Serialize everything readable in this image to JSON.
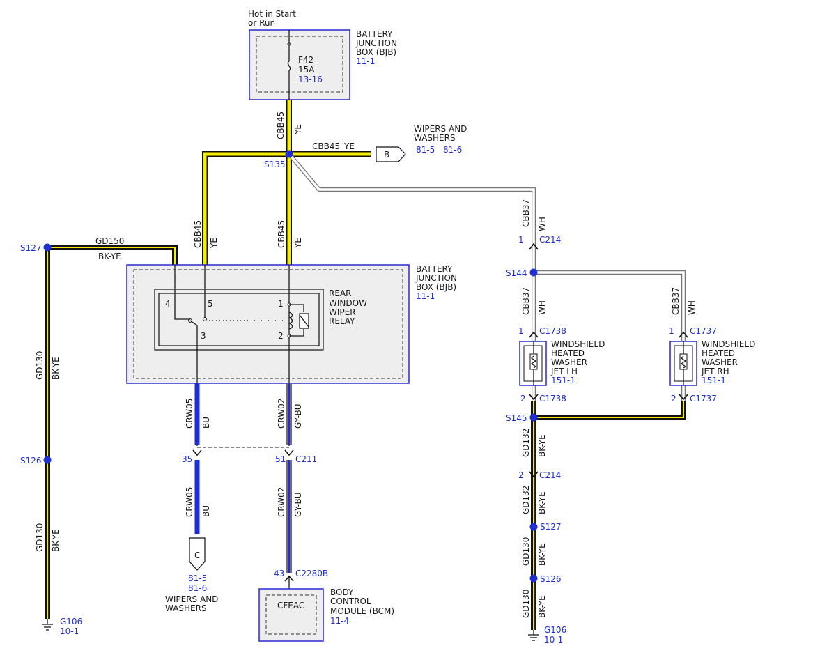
{
  "colors": {
    "yellow": "#f5ee00",
    "black": "#111111",
    "white_wire": "#ffffff",
    "blue_wire": "#1f2fd8",
    "gray_wire": "#8a8a98",
    "splice": "#1f2fd0",
    "ref_text": "#1f2fd0",
    "box_border": "#2a2ad0"
  },
  "top": {
    "hot_line1": "Hot in Start",
    "hot_line2": "or Run",
    "bjb_line1": "BATTERY",
    "bjb_line2": "JUNCTION",
    "bjb_line3": "BOX (BJB)",
    "bjb_ref": "11-1",
    "fuse_name": "F42",
    "fuse_rating": "15A",
    "fuse_ref": "13-16"
  },
  "wires": {
    "cbb45": "CBB45",
    "ye": "YE",
    "cbb37": "CBB37",
    "wh": "WH",
    "gd150": "GD150",
    "gd130": "GD130",
    "gd132": "GD132",
    "bk_ye": "BK-YE",
    "crw05": "CRW05",
    "crw02": "CRW02",
    "bu": "BU",
    "gy_bu": "GY-BU"
  },
  "splices": {
    "s135": "S135",
    "s127": "S127",
    "s126": "S126",
    "s144": "S144",
    "s145": "S145"
  },
  "wipers_top": {
    "line1": "WIPERS AND",
    "line2": "WASHERS",
    "ref1": "81-5",
    "ref2": "81-6",
    "connector": "B"
  },
  "relay_box": {
    "line1": "BATTERY",
    "line2": "JUNCTION",
    "line3": "BOX (BJB)",
    "ref": "11-1",
    "relay_line1": "REAR",
    "relay_line2": "WINDOW",
    "relay_line3": "WIPER",
    "relay_line4": "RELAY",
    "pin1": "1",
    "pin2": "2",
    "pin3": "3",
    "pin4": "4",
    "pin5": "5"
  },
  "connectors": {
    "c214": "C214",
    "c1738": "C1738",
    "c1737": "C1737",
    "c211": "C211",
    "c2280b": "C2280B",
    "pin1": "1",
    "pin2": "2",
    "pin35": "35",
    "pin51": "51",
    "pin43": "43"
  },
  "jet_lh": {
    "line1": "WINDSHIELD",
    "line2": "HEATED",
    "line3": "WASHER",
    "line4": "JET LH",
    "ref": "151-1"
  },
  "jet_rh": {
    "line1": "WINDSHIELD",
    "line2": "HEATED",
    "line3": "WASHER",
    "line4": "JET RH",
    "ref": "151-1"
  },
  "wipers_bottom": {
    "connector": "C",
    "ref1": "81-5",
    "ref2": "81-6",
    "line1": "WIPERS AND",
    "line2": "WASHERS"
  },
  "bcm": {
    "code": "CFEAC",
    "line1": "BODY",
    "line2": "CONTROL",
    "line3": "MODULE (BCM)",
    "ref": "11-4"
  },
  "grounds": {
    "g106": "G106",
    "ref": "10-1"
  }
}
